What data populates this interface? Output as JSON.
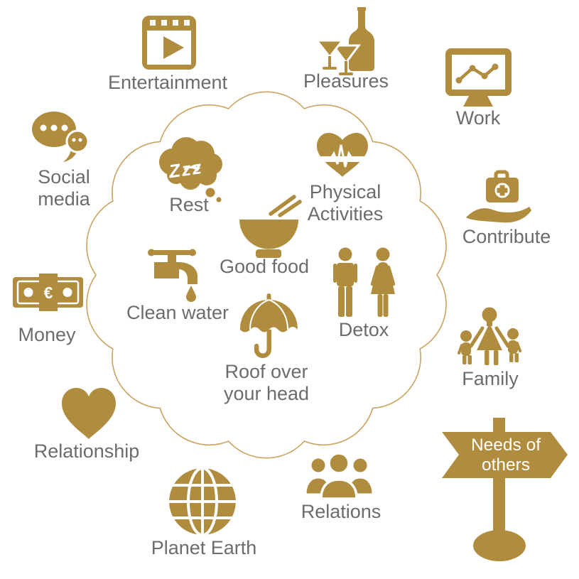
{
  "colors": {
    "gold": "#B08C3E",
    "cloud_outline": "#C9A360",
    "label_text": "#6C6C6C",
    "sign_text": "#FFFFFF"
  },
  "outer": {
    "entertainment": {
      "label": "Entertainment",
      "icon": "video-player-icon"
    },
    "pleasures": {
      "label": "Pleasures",
      "icon": "drinks-icon"
    },
    "work": {
      "label": "Work",
      "icon": "monitor-chart-icon"
    },
    "social_media": {
      "label_line1": "Social",
      "label_line2": "media",
      "icon": "chat-bubbles-icon"
    },
    "contribute": {
      "label": "Contribute",
      "icon": "hand-first-aid-icon"
    },
    "money": {
      "label": "Money",
      "currency_symbol": "€",
      "icon": "banknote-icon"
    },
    "family": {
      "label": "Family",
      "icon": "family-icon"
    },
    "relationship": {
      "label": "Relationship",
      "icon": "heart-icon"
    },
    "needs_of_others": {
      "sign_line1": "Needs of",
      "sign_line2": "others",
      "icon": "signpost-icon"
    },
    "planet_earth": {
      "label": "Planet Earth",
      "icon": "globe-icon"
    },
    "relations": {
      "label": "Relations",
      "icon": "people-group-icon"
    }
  },
  "inner": {
    "rest": {
      "label": "Rest",
      "bubble_text": "Zzz",
      "icon": "thought-bubble-icon"
    },
    "physical_activities": {
      "label_line1": "Physical",
      "label_line2": "Activities",
      "icon": "heart-pulse-icon"
    },
    "good_food": {
      "label": "Good food",
      "icon": "bowl-chopsticks-icon"
    },
    "clean_water": {
      "label": "Clean water",
      "icon": "faucet-drop-icon"
    },
    "detox": {
      "label": "Detox",
      "icon": "man-woman-icon"
    },
    "roof_over_your_head": {
      "label_line1": "Roof over",
      "label_line2": "your head",
      "icon": "umbrella-icon"
    }
  }
}
